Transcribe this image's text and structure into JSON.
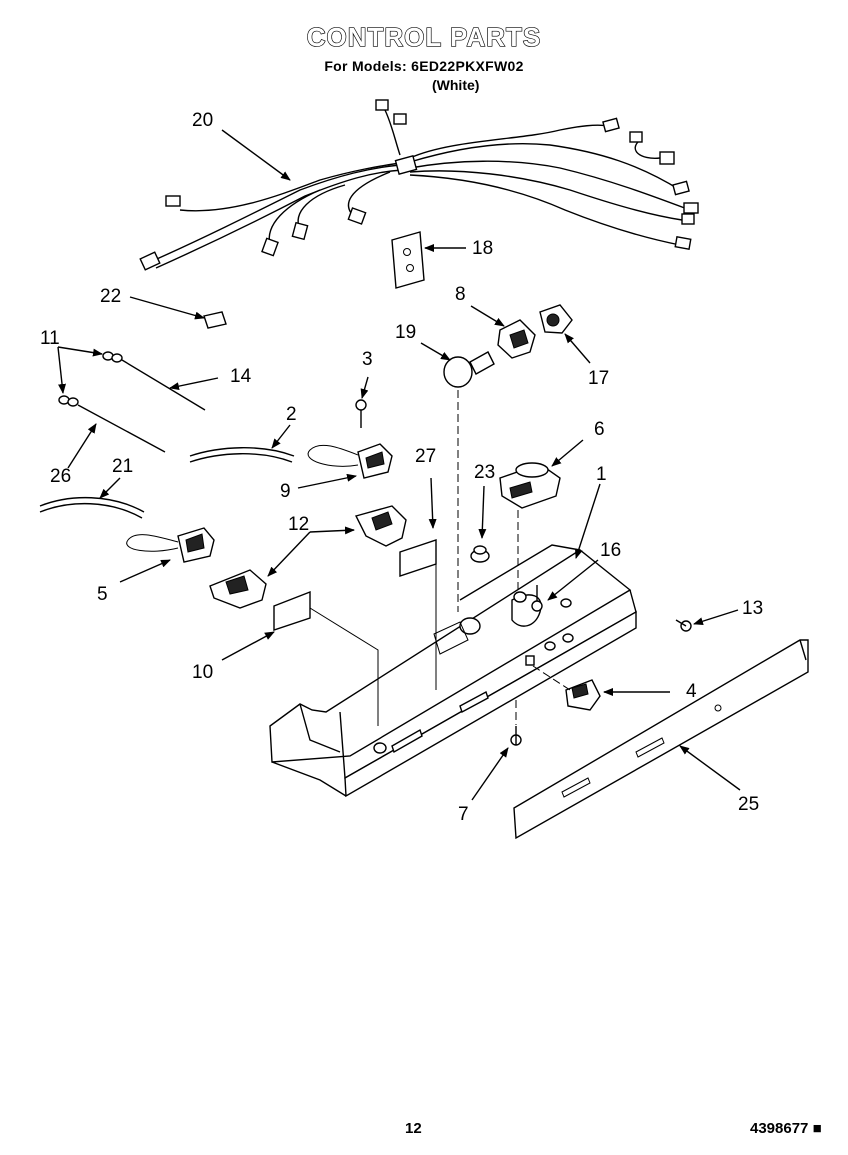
{
  "header": {
    "title": "CONTROL PARTS",
    "models": "For Models: 6ED22PKXFW02",
    "color": "(White)"
  },
  "callouts": [
    "20",
    "18",
    "22",
    "8",
    "11",
    "19",
    "17",
    "3",
    "14",
    "2",
    "26",
    "21",
    "9",
    "27",
    "23",
    "6",
    "1",
    "12",
    "16",
    "5",
    "13",
    "10",
    "4",
    "7",
    "25"
  ],
  "footer": {
    "page_number": "12",
    "document_number": "4398677"
  }
}
